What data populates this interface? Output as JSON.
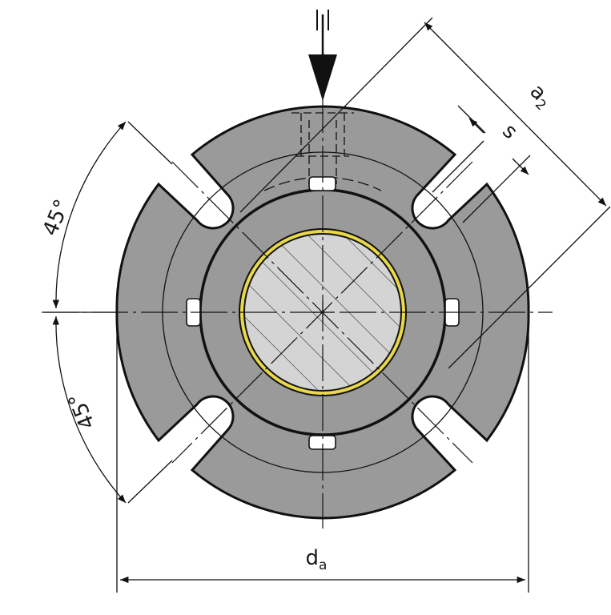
{
  "labels": {
    "angle_top": "45°",
    "angle_bottom": "45°",
    "dim_a": "a",
    "dim_a_sub": "2",
    "dim_s": "s",
    "dim_d": "d",
    "dim_d_sub": "a"
  },
  "colors": {
    "body_fill": "#9a9a9a",
    "shaft_fill": "#d4d4d4",
    "ring": "#e8d84a",
    "line": "#111111"
  }
}
